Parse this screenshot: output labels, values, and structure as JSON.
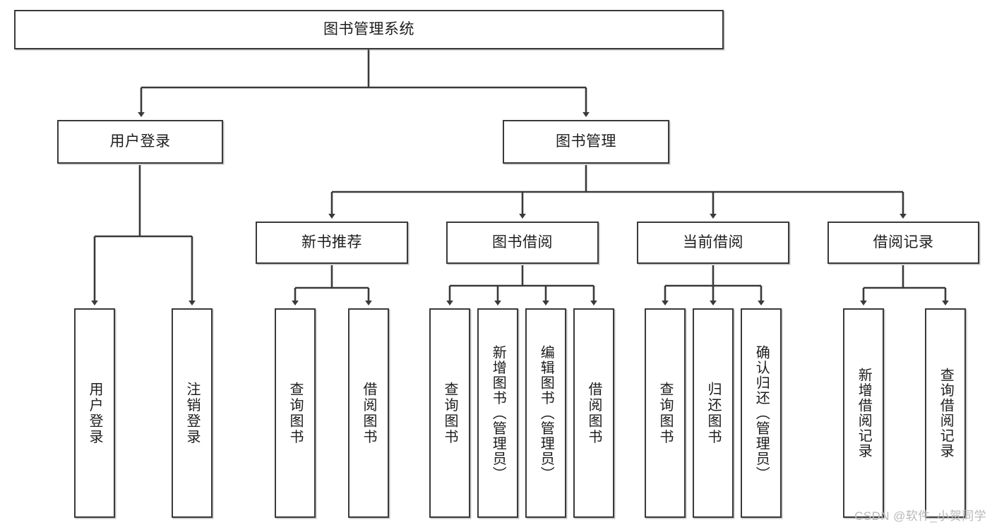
{
  "diagram": {
    "type": "tree-hierarchy",
    "title": "图书管理系统",
    "orientation": "top-down",
    "colors": {
      "box_border": "#3a3a3a",
      "box_fill": "#ffffff",
      "connector": "#3a3a3a",
      "text": "#1d1d1d",
      "watermark": "#b9b9b9"
    },
    "nodes": {
      "root": {
        "label": "图书管理系统"
      },
      "level2": [
        {
          "id": "user-login",
          "label": "用户登录"
        },
        {
          "id": "book-manage",
          "label": "图书管理"
        }
      ],
      "level3": [
        {
          "id": "new-book-recommend",
          "label": "新书推荐"
        },
        {
          "id": "book-borrow",
          "label": "图书借阅"
        },
        {
          "id": "current-borrow",
          "label": "当前借阅"
        },
        {
          "id": "borrow-record",
          "label": "借阅记录"
        }
      ],
      "leaves": {
        "user-login": [
          {
            "id": "leaf-user-login",
            "label": "用户登录"
          },
          {
            "id": "leaf-logout",
            "label": "注销登录"
          }
        ],
        "new-book-recommend": [
          {
            "id": "leaf-query-book-1",
            "label": "查询图书"
          },
          {
            "id": "leaf-borrow-book-1",
            "label": "借阅图书"
          }
        ],
        "book-borrow": [
          {
            "id": "leaf-query-book-2",
            "label": "查询图书"
          },
          {
            "id": "leaf-add-book",
            "label": "新增图书（管理员）"
          },
          {
            "id": "leaf-edit-book",
            "label": "编辑图书（管理员）"
          },
          {
            "id": "leaf-borrow-book-2",
            "label": "借阅图书"
          }
        ],
        "current-borrow": [
          {
            "id": "leaf-query-book-3",
            "label": "查询图书"
          },
          {
            "id": "leaf-return-book",
            "label": "归还图书"
          },
          {
            "id": "leaf-confirm-return",
            "label": "确认归还（管理员）"
          }
        ],
        "borrow-record": [
          {
            "id": "leaf-add-record",
            "label": "新增借阅记录"
          },
          {
            "id": "leaf-query-record",
            "label": "查询借阅记录"
          }
        ]
      }
    }
  },
  "watermark": {
    "text": "CSDN @软件_小贺同学"
  }
}
